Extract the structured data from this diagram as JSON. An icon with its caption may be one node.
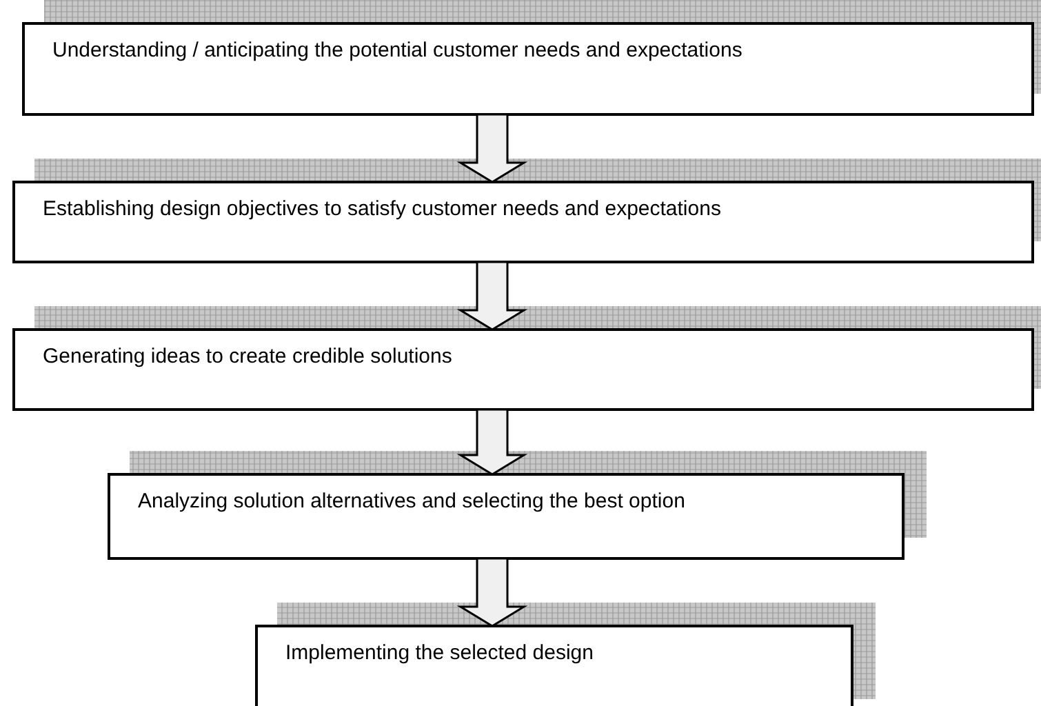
{
  "diagram": {
    "nodes": [
      {
        "text": [
          "Understanding / anticipating the potential customer needs and expectations"
        ]
      },
      {
        "text": [
          "Establishing design objectives to satisfy customer needs and expectations"
        ]
      },
      {
        "text": [
          "Generating ideas to create credible solutions"
        ]
      },
      {
        "text": [
          "Analyzing solution alternatives and selecting the best option"
        ]
      },
      {
        "text": [
          "Implementing the selected design"
        ]
      }
    ],
    "edges": [
      {
        "from": 0,
        "to": 1,
        "arrow": "to"
      },
      {
        "from": 1,
        "to": 2,
        "arrow": "to"
      },
      {
        "from": 2,
        "to": 3,
        "arrow": "to"
      },
      {
        "from": 3,
        "to": 4,
        "arrow": "to"
      }
    ]
  }
}
